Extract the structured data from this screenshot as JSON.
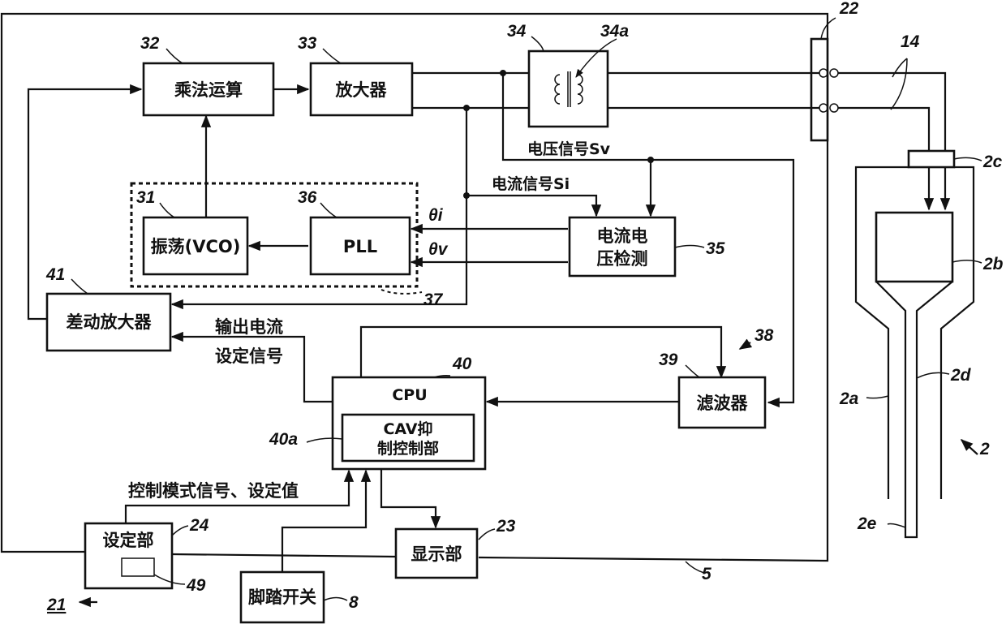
{
  "blocks": {
    "multiplier": "乘法运算",
    "amplifier": "放大器",
    "vco": "振荡(VCO)",
    "pll": "PLL",
    "detector_line1": "电流电",
    "detector_line2": "压检测",
    "diff_amp": "差动放大器",
    "cpu": "CPU",
    "cav_line1": "CAV抑",
    "cav_line2": "制控制部",
    "filter": "滤波器",
    "setting": "设定部",
    "display": "显示部",
    "footswitch": "脚踏开关"
  },
  "signals": {
    "voltage": "电压信号Sv",
    "current": "电流信号Si",
    "theta_i": "θi",
    "theta_v": "θv",
    "output_line1": "输出电流",
    "output_line2": "设定信号",
    "mode": "控制模式信号、设定值"
  },
  "refs": {
    "r2": "2",
    "r2a": "2a",
    "r2b": "2b",
    "r2c": "2c",
    "r2d": "2d",
    "r2e": "2e",
    "r5": "5",
    "r8": "8",
    "r14": "14",
    "r21": "21",
    "r22": "22",
    "r23": "23",
    "r24": "24",
    "r31": "31",
    "r32": "32",
    "r33": "33",
    "r34": "34",
    "r34a": "34a",
    "r35": "35",
    "r36": "36",
    "r37": "37",
    "r38": "38",
    "r39": "39",
    "r40": "40",
    "r40a": "40a",
    "r41": "41",
    "r49": "49"
  }
}
